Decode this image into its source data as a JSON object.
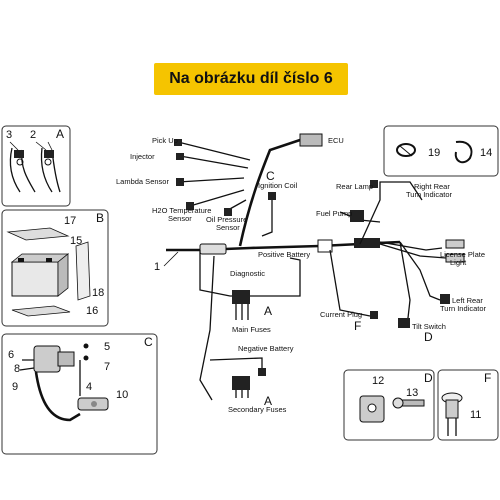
{
  "banner": {
    "text": "Na obrázku díl číslo 6",
    "color": "#f5c400"
  },
  "harness_labels": {
    "pick_up": "Pick Up",
    "injector": "Injector",
    "lambda": "Lambda Sensor",
    "h2o_1": "H2O Temperature",
    "h2o_2": "Sensor",
    "oil_1": "Oil Pressure",
    "oil_2": "Sensor",
    "ecu": "ECU",
    "ignition_coil": "Ignition Coil",
    "rear_lamp": "Rear Lamp",
    "fuel_pump": "Fuel Pump",
    "right_rear_1": "Right Rear",
    "right_rear_2": "Turn Indicator",
    "positive_battery": "Positive Battery",
    "diagnostic": "Diagnostic",
    "main_fuses": "Main Fuses",
    "negative_battery": "Negative Battery",
    "secondary_fuses": "Secondary Fuses",
    "license_1": "License Plate",
    "license_2": "Light",
    "left_rear_1": "Left Rear",
    "left_rear_2": "Turn Indicator",
    "current_plug": "Current Plug",
    "tilt_switch": "Tilt Switch"
  },
  "letters": {
    "a1": "A",
    "a2": "A",
    "a3": "A",
    "b": "B",
    "c1": "C",
    "c2": "C",
    "d1": "D",
    "d2": "D",
    "f1": "F",
    "f2": "F"
  },
  "part_numbers": {
    "n1": "1",
    "n2": "2",
    "n3": "3",
    "n4": "4",
    "n5": "5",
    "n6": "6",
    "n7": "7",
    "n8": "8",
    "n9": "9",
    "n10": "10",
    "n11": "11",
    "n12": "12",
    "n13": "13",
    "n14": "14",
    "n15": "15",
    "n16": "16",
    "n17": "17",
    "n18": "18",
    "n19": "19"
  }
}
